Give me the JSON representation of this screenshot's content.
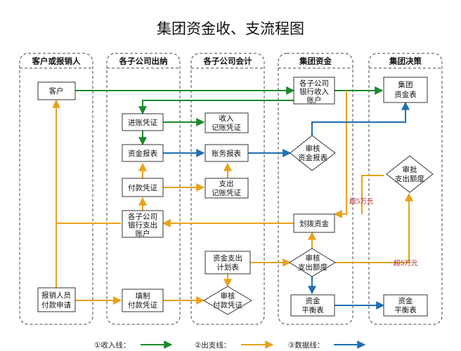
{
  "title": "集团资金收、支流程图",
  "lanes": [
    "客户或报销人",
    "各子公司出纳",
    "各子公司会计",
    "集团资金",
    "集团决策"
  ],
  "nodes": {
    "customer": [
      "客户"
    ],
    "reimb_apply": [
      "报销人员",
      "付款申请"
    ],
    "voucher_in": [
      "进账凭证"
    ],
    "fund_report": [
      "资金报表"
    ],
    "pay_voucher": [
      "付款凭证"
    ],
    "sub_bank_out": [
      "各子公司",
      "银行支出",
      "账户"
    ],
    "fill_voucher": [
      "填制",
      "付款凭证"
    ],
    "income_voucher": [
      "收入",
      "记账凭证"
    ],
    "account_report": [
      "账务报表"
    ],
    "expense_voucher": [
      "支出",
      "记账凭证"
    ],
    "fund_plan": [
      "资金支出",
      "计划表"
    ],
    "audit_pay": [
      "审核",
      "付款凭证"
    ],
    "sub_bank_in": [
      "各子公司",
      "银行收入",
      "账户"
    ],
    "audit_fund_report": [
      "审核",
      "资金报表"
    ],
    "transfer_fund": [
      "划拨资金"
    ],
    "audit_amount": [
      "审核",
      "支出额度"
    ],
    "balance_sheet": [
      "资金",
      "平衡表"
    ],
    "group_fund_table": [
      "集团",
      "资金表"
    ],
    "approve_amount": [
      "审批",
      "支出额度"
    ],
    "group_balance": [
      "资金",
      "平衡表"
    ]
  },
  "notes": {
    "over_5w_upper": "超5万元",
    "over_5w_lower": "超5万元"
  },
  "legend": {
    "income": "①收入线：",
    "expense": "②出支线：",
    "data": "③数据线："
  },
  "colors": {
    "income": "#1a8a2a",
    "expense": "#e8a21c",
    "data": "#1f6fb2",
    "note": "#b22222"
  }
}
